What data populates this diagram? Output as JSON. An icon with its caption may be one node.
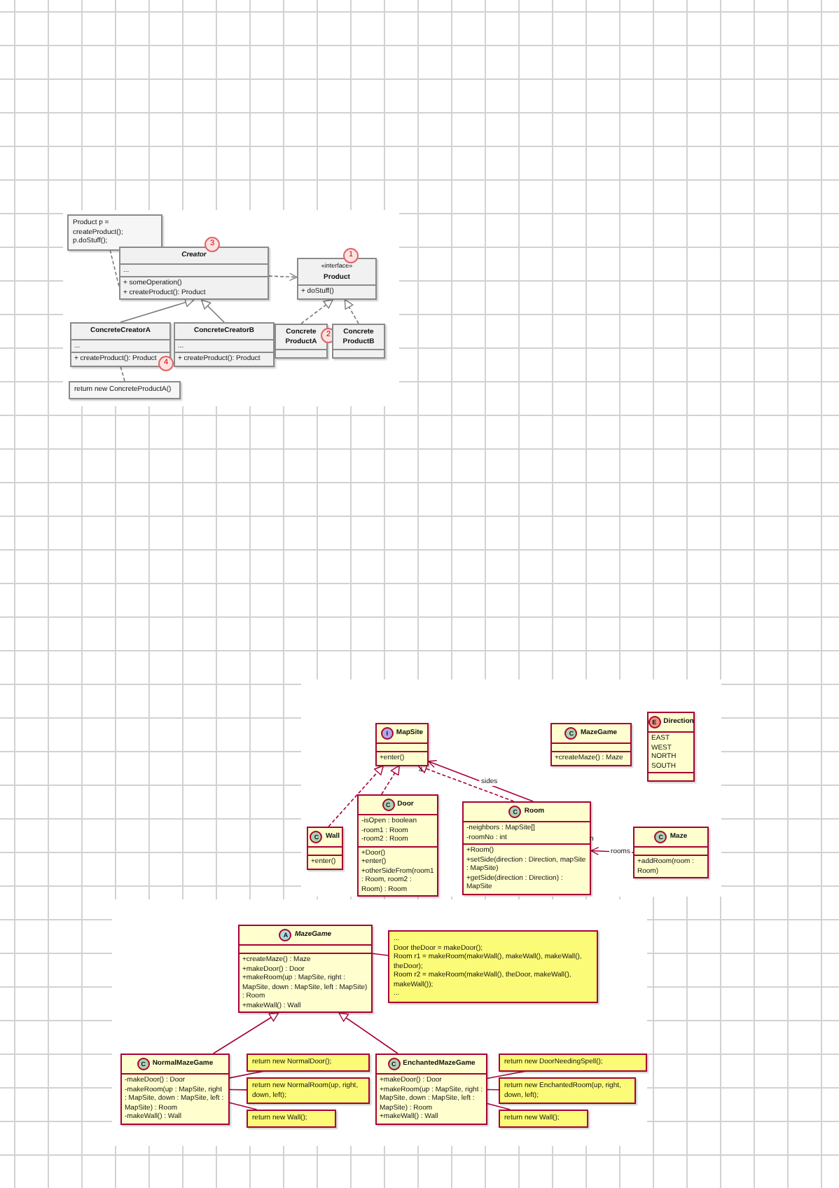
{
  "diagram": {
    "nodes": [
      {
        "text": [
          "Product p = createProduct(); p.doStuff();"
        ]
      },
      {
        "text": [
          "Creator",
          "...",
          "+ someOperation()",
          "+ createProduct(): Product"
        ]
      },
      {
        "text": [
          "3"
        ]
      },
      {
        "text": [
          "«interface»",
          "Product",
          "+ doStuff()"
        ]
      },
      {
        "text": [
          "1"
        ]
      },
      {
        "text": [
          "ConcreteCreatorA",
          "...",
          "+ createProduct(): Product"
        ]
      },
      {
        "text": [
          "ConcreteCreatorB",
          "...",
          "+ createProduct(): Product"
        ]
      },
      {
        "text": [
          "Concrete ProductA"
        ]
      },
      {
        "text": [
          "2"
        ]
      },
      {
        "text": [
          "Concrete ProductB"
        ]
      },
      {
        "text": [
          "4"
        ]
      },
      {
        "text": [
          "return new ConcreteProductA()"
        ]
      },
      {
        "text": [
          "I",
          "MapSite",
          "+enter()"
        ]
      },
      {
        "text": [
          "C",
          "MazeGame",
          "+createMaze() : Maze"
        ]
      },
      {
        "text": [
          "E",
          "Direction",
          "EAST",
          "WEST",
          "NORTH",
          "SOUTH"
        ]
      },
      {
        "text": [
          "C",
          "Wall",
          "+enter()"
        ]
      },
      {
        "text": [
          "C",
          "Door",
          "-isOpen : boolean",
          "-room1 : Room",
          "-room2 : Room",
          "+Door()",
          "+enter()",
          "+otherSideFrom(room1 : Room, room2 : Room) : Room"
        ]
      },
      {
        "text": [
          "C",
          "Room",
          "-neighbors : MapSite[]",
          "-roomNo : int",
          "+Room()",
          "+setSide(direction : Direction, mapSite : MapSite)",
          "+getSide(direction : Direction) : MapSite"
        ]
      },
      {
        "text": [
          "C",
          "Maze",
          "+addRoom(room : Room)"
        ]
      },
      {
        "text": [
          "A",
          "MazeGame",
          "+createMaze() : Maze",
          "+makeDoor() : Door",
          "+makeRoom(up : MapSite, right : MapSite, down : MapSite, left : MapSite) : Room",
          "+makeWall() : Wall"
        ]
      },
      {
        "text": [
          "...",
          "Door theDoor = makeDoor();",
          "Room r1 = makeRoom(makeWall(), makeWall(), makeWall(), theDoor);",
          "Room r2 = makeRoom(makeWall(), theDoor, makeWall(), makeWall());",
          "..."
        ]
      },
      {
        "text": [
          "C",
          "NormalMazeGame",
          "-makeDoor() : Door",
          "-makeRoom(up : MapSite, right : MapSite, down : MapSite, left : MapSite) : Room",
          "-makeWall() : Wall"
        ]
      },
      {
        "text": [
          "return new NormalDoor();"
        ]
      },
      {
        "text": [
          "return new NormalRoom(up, right, down, left);"
        ]
      },
      {
        "text": [
          "return new Wall();"
        ]
      },
      {
        "text": [
          "C",
          "EnchantedMazeGame",
          "+makeDoor() : Door",
          "+makeRoom(up : MapSite, right : MapSite, down : MapSite, left : MapSite) : Room",
          "+makeWall() : Wall"
        ]
      },
      {
        "text": [
          "return new DoorNeedingSpell();"
        ]
      },
      {
        "text": [
          "return new EnchantedRoom(up, right, down, left);"
        ]
      },
      {
        "text": [
          "return new Wall();"
        ]
      }
    ],
    "edges": [
      {
        "from": 0,
        "to": 1,
        "arrow": "none",
        "style": "dashed",
        "color": "#7a7a7a"
      },
      {
        "from": 1,
        "to": 3,
        "arrow": "to",
        "style": "dashed",
        "color": "#7a7a7a"
      },
      {
        "from": 5,
        "to": 1,
        "arrow": "to",
        "color": "#7a7a7a"
      },
      {
        "from": 6,
        "to": 1,
        "arrow": "to",
        "color": "#7a7a7a"
      },
      {
        "from": 7,
        "to": 3,
        "arrow": "to",
        "style": "dashed",
        "color": "#7a7a7a"
      },
      {
        "from": 9,
        "to": 3,
        "arrow": "to",
        "style": "dashed",
        "color": "#7a7a7a"
      },
      {
        "from": 11,
        "to": 5,
        "arrow": "none",
        "style": "dashed",
        "color": "#7a7a7a"
      },
      {
        "from": 15,
        "to": 12,
        "arrow": "to",
        "style": "dashed"
      },
      {
        "from": 16,
        "to": 12,
        "arrow": "to",
        "style": "dashed"
      },
      {
        "from": 17,
        "to": 12,
        "arrow": "to",
        "style": "dashed"
      },
      {
        "from": 17,
        "to": 12,
        "arrow": "to",
        "label": "sides"
      },
      {
        "from": 18,
        "to": 17,
        "arrow": "to",
        "label": "rooms"
      },
      {
        "from": 20,
        "to": 19,
        "arrow": "none"
      },
      {
        "from": 21,
        "to": 19,
        "arrow": "to"
      },
      {
        "from": 25,
        "to": 19,
        "arrow": "to"
      },
      {
        "from": 22,
        "to": 21,
        "arrow": "none"
      },
      {
        "from": 23,
        "to": 21,
        "arrow": "none"
      },
      {
        "from": 24,
        "to": 21,
        "arrow": "none"
      },
      {
        "from": 26,
        "to": 25,
        "arrow": "none"
      },
      {
        "from": 27,
        "to": 25,
        "arrow": "none"
      },
      {
        "from": 28,
        "to": 25,
        "arrow": "none"
      }
    ],
    "labels": [
      "4",
      "n"
    ]
  }
}
